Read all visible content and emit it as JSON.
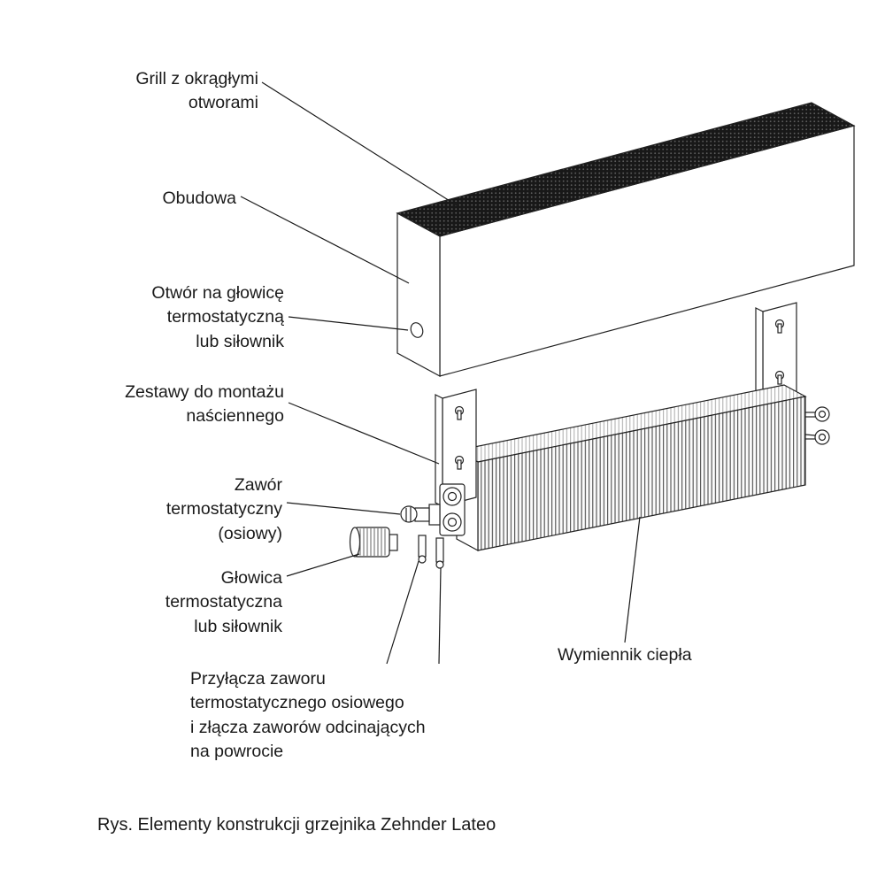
{
  "figure": {
    "caption": "Rys. Elementy konstrukcji grzejnika Zehnder Lateo",
    "labels": {
      "grill": [
        "Grill z okrągłymi",
        "otworami"
      ],
      "obudowa": [
        "Obudowa"
      ],
      "otwor_glowica": [
        "Otwór na głowicę",
        "termostatyczną",
        "lub siłownik"
      ],
      "zestawy_montaz": [
        "Zestawy do montażu",
        "naściennego"
      ],
      "zawor": [
        "Zawór",
        "termostatyczny",
        "(osiowy)"
      ],
      "glowica": [
        "Głowica",
        "termostatyczna",
        "lub siłownik"
      ],
      "przylacza": [
        "Przyłącza zaworu",
        "termostatycznego osiowego",
        "i złącza zaworów odcinających",
        "na powrocie"
      ],
      "wymiennik": [
        "Wymiennik ciepła"
      ]
    },
    "colors": {
      "line": "#222222",
      "grill_fill": "#181818",
      "background": "#ffffff"
    }
  }
}
